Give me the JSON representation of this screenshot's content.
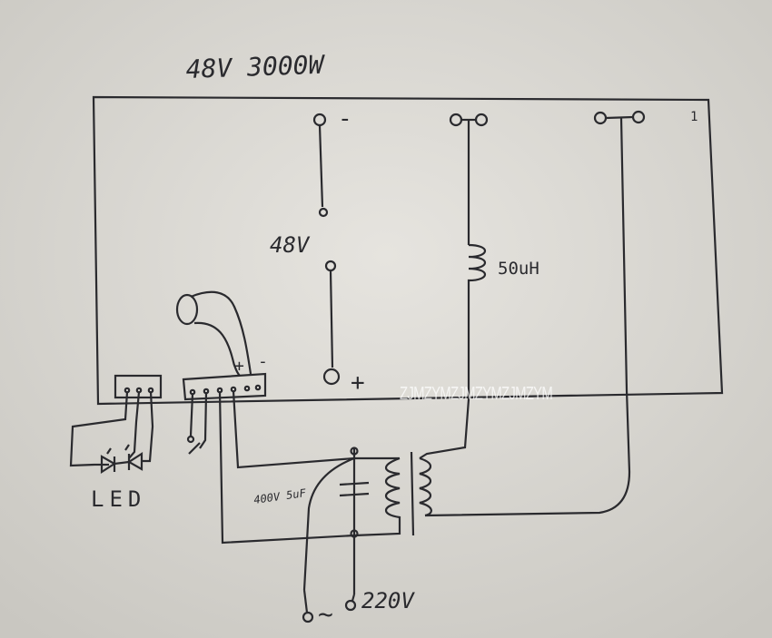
{
  "diagram": {
    "title": "48V 3000W",
    "labels": {
      "output_voltage": "48V",
      "inductor": "50uH",
      "minus_sign": "-",
      "plus_sign": "+",
      "header_plus": "+",
      "header_minus": "-",
      "led": "LED",
      "capacitor": "400V 5uF",
      "mains_symbol": "~",
      "mains_voltage": "220V",
      "page_mark": "1"
    },
    "watermark": "ZJMZYMZJMZYMZJMZYM"
  },
  "colors": {
    "paper": "#d8d6d0",
    "ink": "#2a2a2e"
  }
}
